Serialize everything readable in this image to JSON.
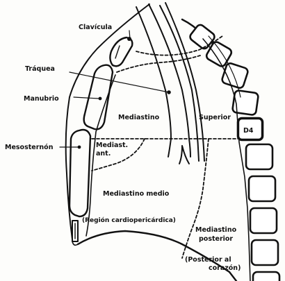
{
  "labels": {
    "clavicula": "Clavícula",
    "traquea": "Tráquea",
    "manubrio": "Manubrio",
    "mesosternon": "Mesosternón",
    "mediastino": "Mediastino",
    "superior": "Superior",
    "d4": "D4",
    "mediast_ant_1": "Mediast.",
    "mediast_ant_2": "ant.",
    "mediastino_medio": "Mediastino medio",
    "region_cardiopericardica": "(Región cardiopericárdica)",
    "mediastino_posterior_1": "Mediastino",
    "mediastino_posterior_2": "posterior",
    "posterior_corazon_1": "(Posterior al",
    "posterior_corazon_2": "corazón)"
  }
}
